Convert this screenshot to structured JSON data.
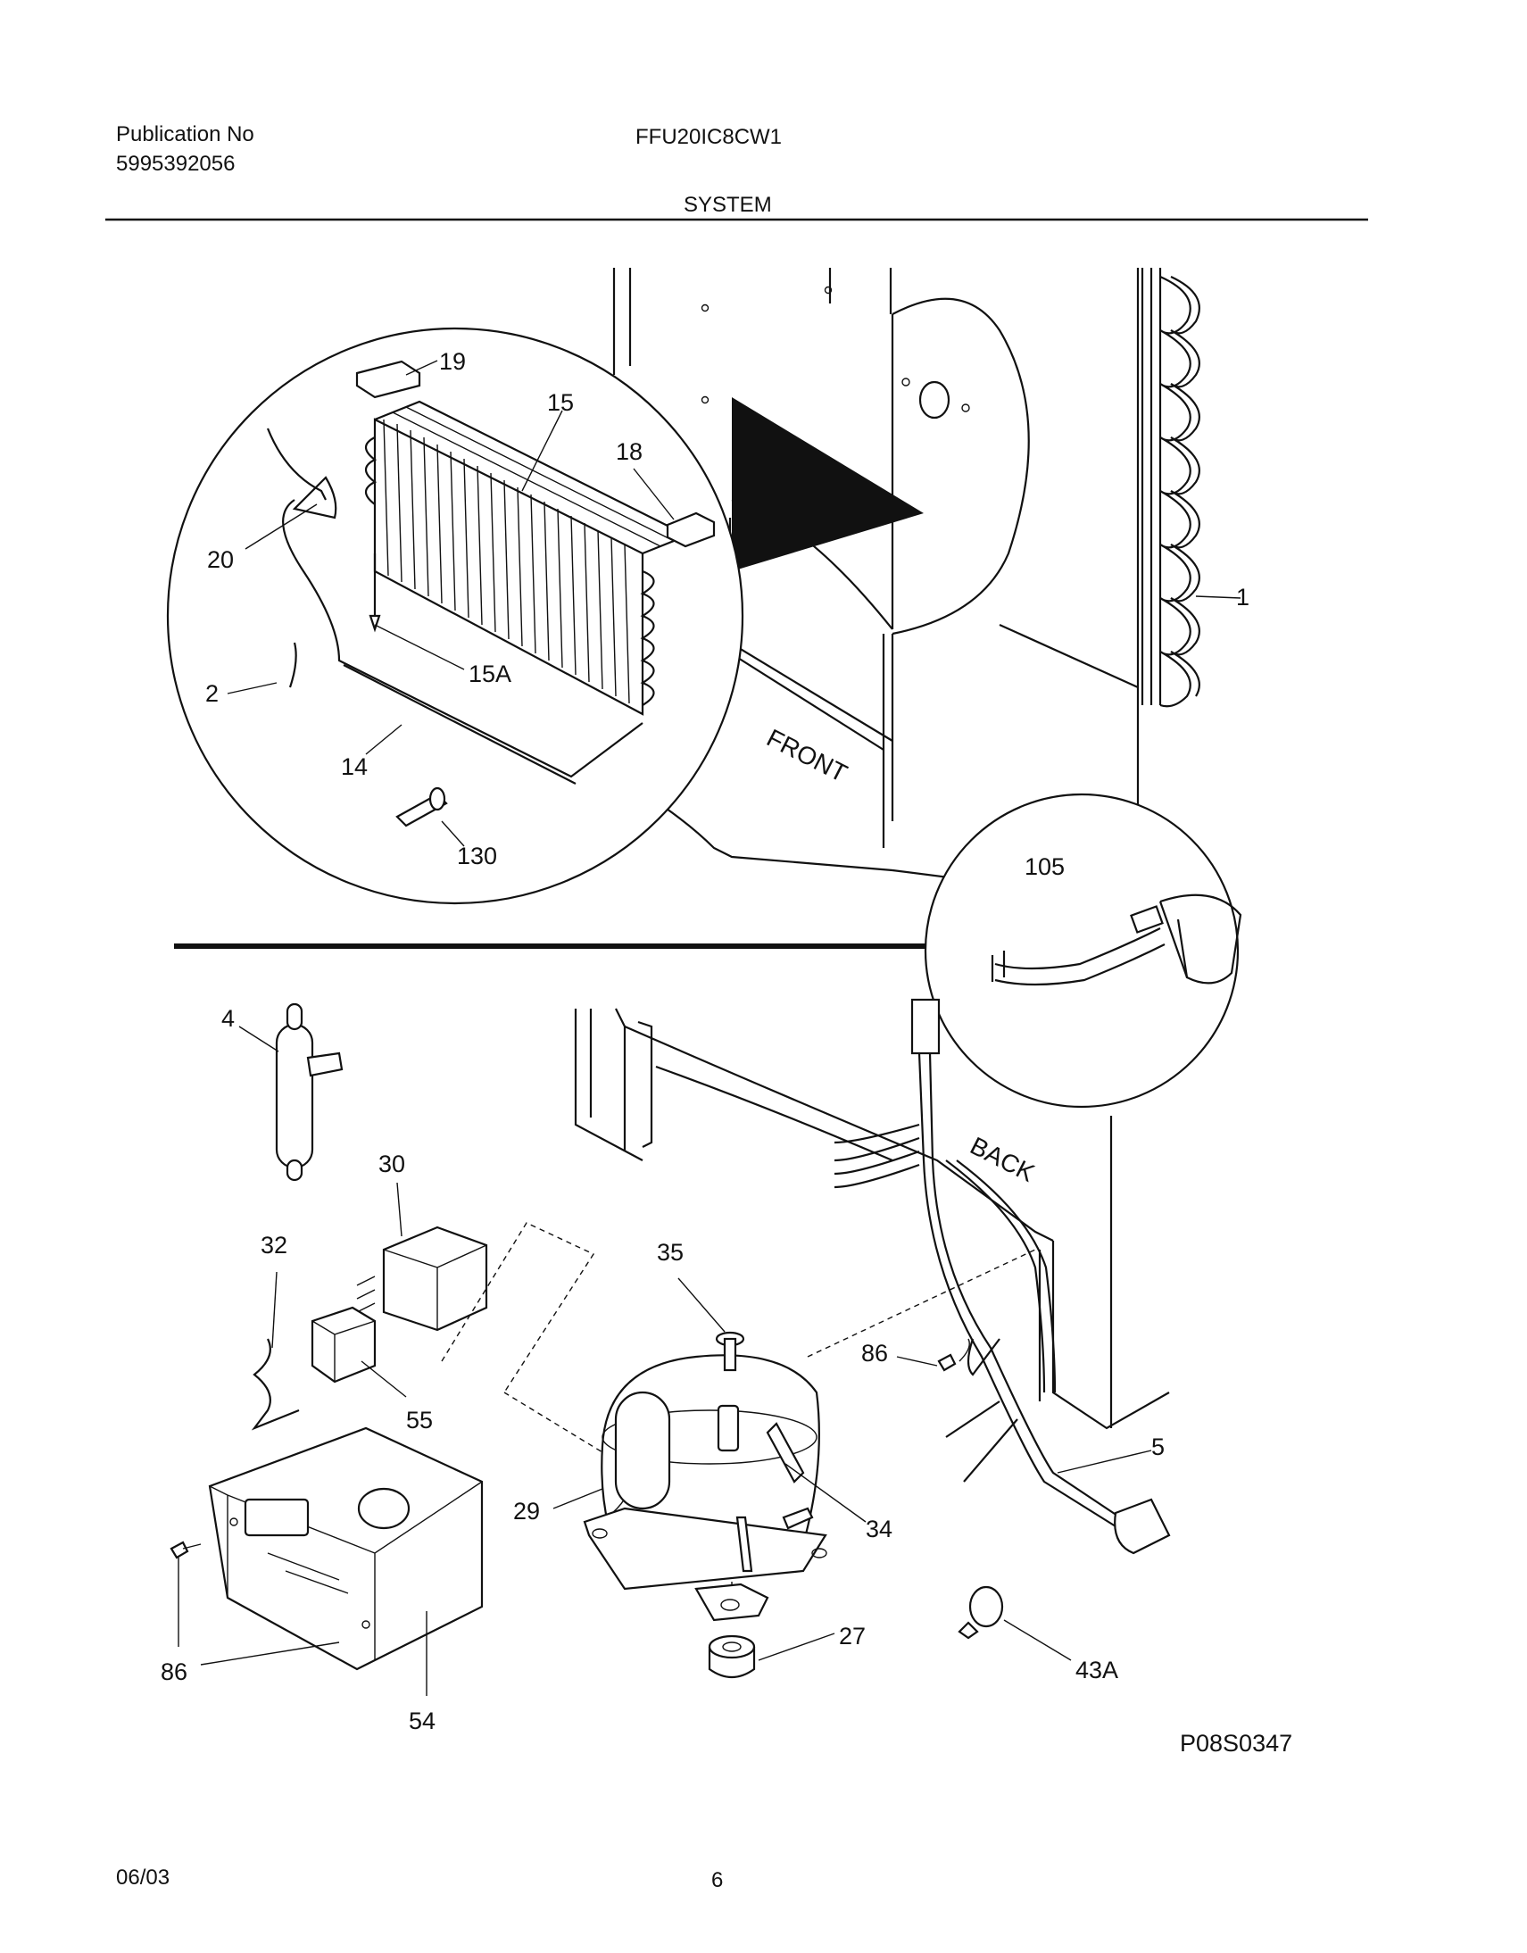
{
  "header": {
    "publication_label": "Publication No",
    "publication_number": "5995392056",
    "model": "FFU20IC8CW1",
    "section": "SYSTEM"
  },
  "labels": {
    "front": "FRONT",
    "back": "BACK"
  },
  "callouts": [
    "19",
    "15",
    "18",
    "20",
    "15A",
    "2",
    "14",
    "130",
    "1",
    "105",
    "4",
    "30",
    "32",
    "35",
    "55",
    "86",
    "29",
    "34",
    "5",
    "86",
    "54",
    "27",
    "43A"
  ],
  "drawing_code": "P08S0347",
  "footer": {
    "date": "06/03",
    "page": "6"
  }
}
